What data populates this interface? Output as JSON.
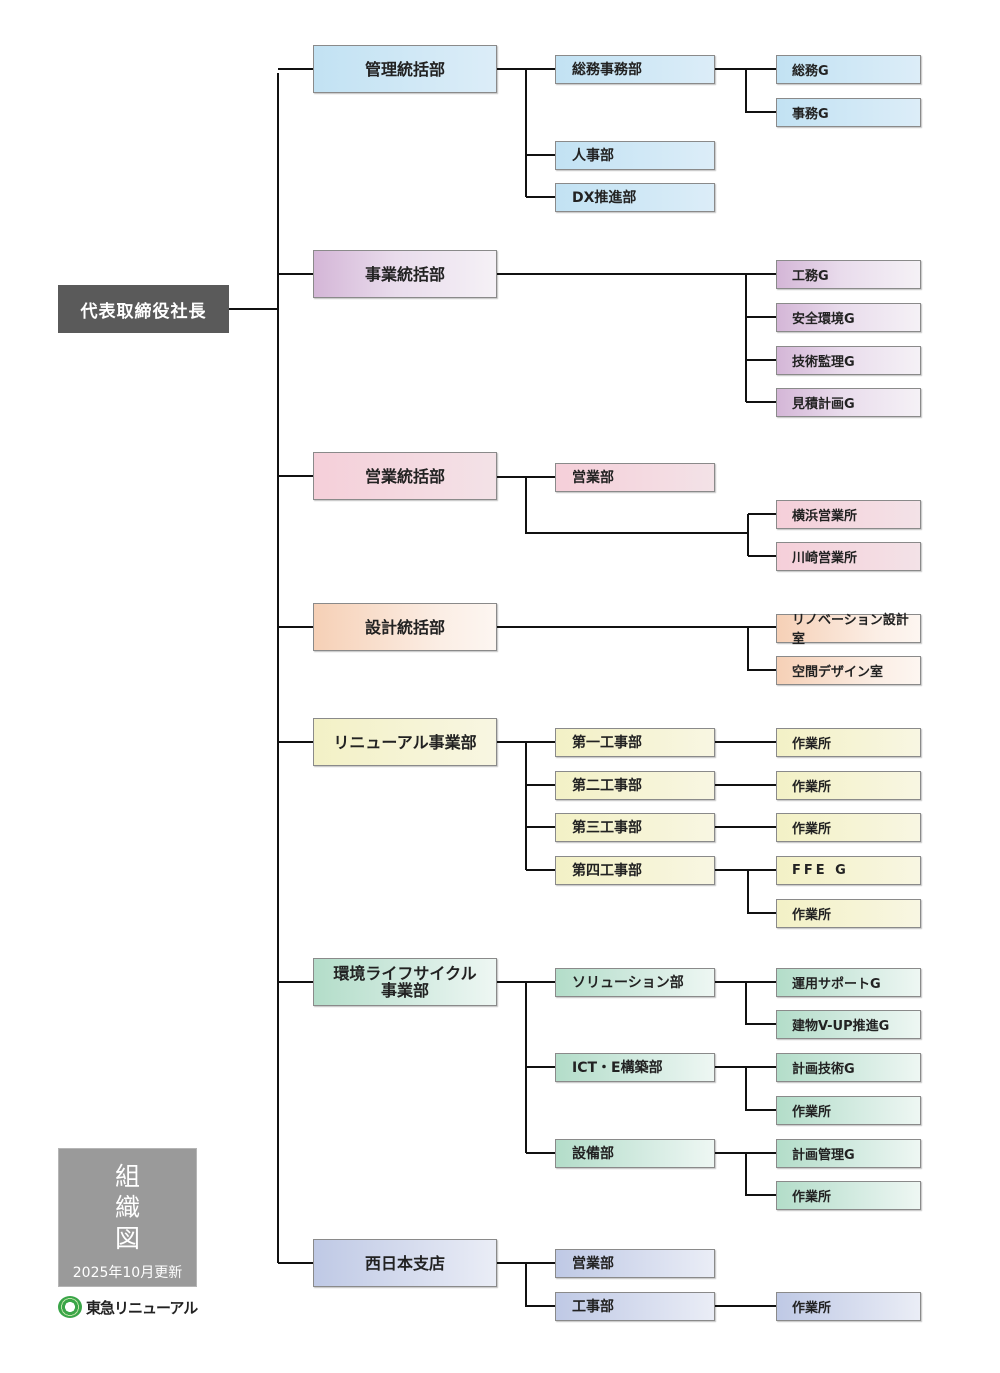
{
  "root": "代表取締役社長",
  "title": {
    "chars": [
      "組",
      "織",
      "図"
    ],
    "updated": "2025年10月更新"
  },
  "logo": "東急リニューアル",
  "divisions": [
    {
      "name": "管理統括部",
      "color": "blue",
      "departments": [
        "総務事務部",
        "人事部",
        "DX推進部"
      ],
      "groups": [
        "総務G",
        "事務G"
      ]
    },
    {
      "name": "事業統括部",
      "color": "purple",
      "departments": [],
      "groups": [
        "工務G",
        "安全環境G",
        "技術監理G",
        "見積計画G"
      ]
    },
    {
      "name": "営業統括部",
      "color": "pink",
      "departments": [
        "営業部"
      ],
      "groups": [
        "横浜営業所",
        "川崎営業所"
      ]
    },
    {
      "name": "設計統括部",
      "color": "orange",
      "departments": [],
      "groups": [
        "リノベーション設計室",
        "空間デザイン室"
      ]
    },
    {
      "name": "リニューアル事業部",
      "color": "yellow",
      "departments": [
        "第一工事部",
        "第二工事部",
        "第三工事部",
        "第四工事部"
      ],
      "groups": [
        "作業所",
        "作業所",
        "作業所",
        "FFE G",
        "作業所"
      ]
    },
    {
      "name": "環境ライフサイクル\n事業部",
      "color": "green",
      "departments": [
        "ソリューション部",
        "ICT・E構築部",
        "設備部"
      ],
      "groups": [
        "運用サポートG",
        "建物V-UP推進G",
        "計画技術G",
        "作業所",
        "計画管理G",
        "作業所"
      ]
    },
    {
      "name": "西日本支店",
      "color": "navy",
      "departments": [
        "営業部",
        "工事部"
      ],
      "groups": [
        "作業所"
      ]
    }
  ]
}
